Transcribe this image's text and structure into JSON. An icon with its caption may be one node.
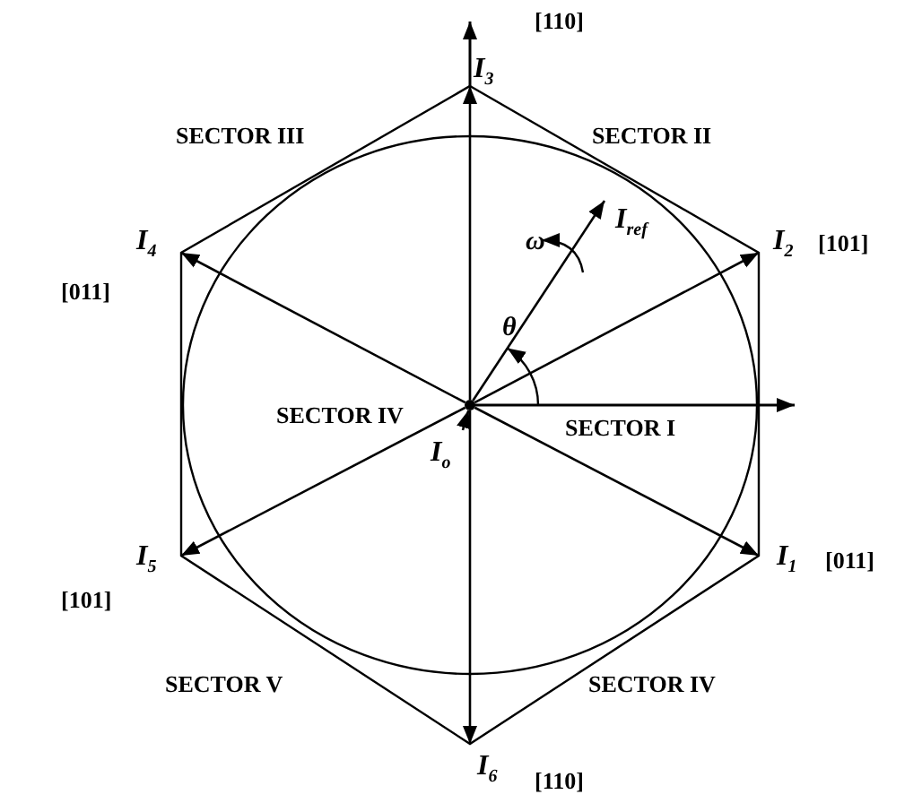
{
  "diagram": {
    "nodes": [
      {
        "text": [],
        "shape": "point"
      },
      {
        "text": [
          "I$_{3}$"
        ]
      },
      {
        "text": [
          "I$_{ref}$"
        ]
      },
      {
        "text": [
          "I$_{2}$"
        ]
      },
      {
        "text": [
          "I$_{4}$"
        ]
      },
      {
        "text": [
          "I$_{o}$"
        ]
      },
      {
        "text": [
          "I$_{5}$"
        ]
      },
      {
        "text": [
          "I$_{1}$"
        ]
      },
      {
        "text": [
          "I$_{6}$"
        ]
      }
    ],
    "edges": [
      {
        "from": 0,
        "to": 7,
        "arrow": "to"
      },
      {
        "from": 0,
        "to": 3,
        "arrow": "to"
      },
      {
        "from": 0,
        "to": 1,
        "arrow": "to"
      },
      {
        "from": 0,
        "to": 4,
        "arrow": "to"
      },
      {
        "from": 0,
        "to": 6,
        "arrow": "to"
      },
      {
        "from": 0,
        "to": 8,
        "arrow": "to"
      },
      {
        "from": 0,
        "to": 2,
        "arrow": "to"
      },
      {
        "from": 5,
        "to": 0,
        "arrow": "to"
      }
    ],
    "labels": [
      "[110]",
      "SECTOR III",
      "SECTOR II",
      "ω",
      "[101]",
      "[011]",
      "θ",
      "SECTOR IV",
      "SECTOR I",
      "[011]",
      "[101]",
      "SECTOR V",
      "SECTOR IV",
      "[110]"
    ]
  }
}
